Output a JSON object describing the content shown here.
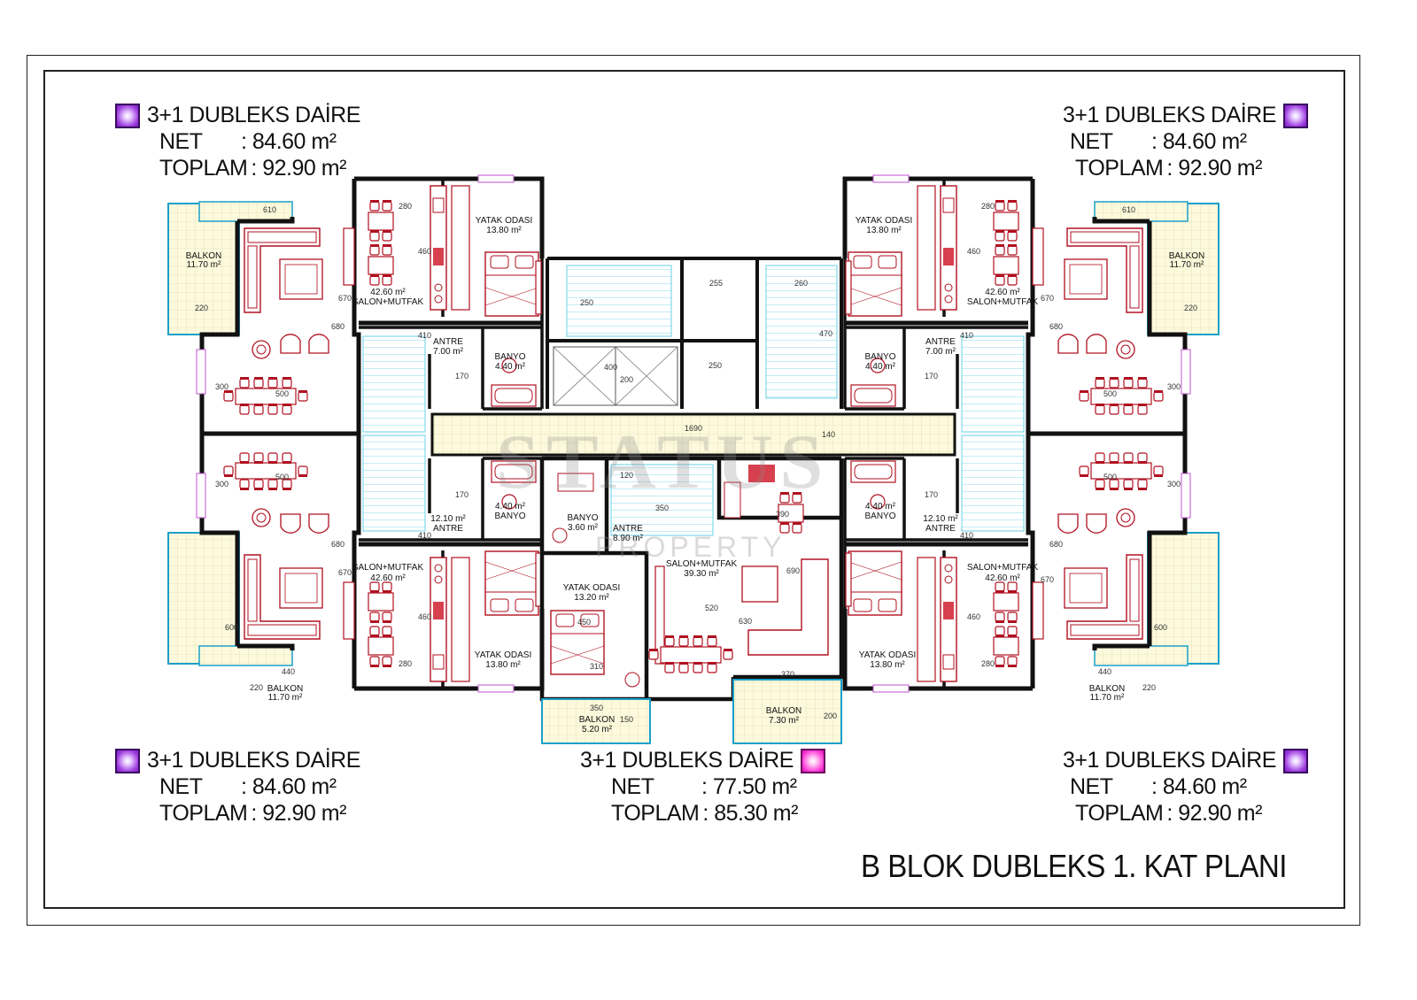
{
  "units": [
    {
      "title": "3+1 DUBLEKS DAİRE",
      "net_label": "NET",
      "net_value": ": 84.60 m²",
      "total_label": "TOPLAM",
      "total_value": ": 92.90 m²",
      "swatch_color": "#a040e0"
    },
    {
      "title": "3+1 DUBLEKS DAİRE",
      "net_label": "NET",
      "net_value": ": 84.60 m²",
      "total_label": "TOPLAM",
      "total_value": ": 92.90 m²",
      "swatch_color": "#a040e0"
    },
    {
      "title": "3+1 DUBLEKS DAİRE",
      "net_label": "NET",
      "net_value": ": 84.60 m²",
      "total_label": "TOPLAM",
      "total_value": ": 92.90 m²",
      "swatch_color": "#a040e0"
    },
    {
      "title": "3+1 DUBLEKS DAİRE",
      "net_label": "NET",
      "net_value": ": 77.50 m²",
      "total_label": "TOPLAM",
      "total_value": ": 85.30 m²",
      "swatch_color": "#ff40d8"
    },
    {
      "title": "3+1 DUBLEKS DAİRE",
      "net_label": "NET",
      "net_value": ": 84.60 m²",
      "total_label": "TOPLAM",
      "total_value": ": 92.90 m²",
      "swatch_color": "#a040e0"
    }
  ],
  "plan_title": "B BLOK DUBLEKS 1. KAT PLANI",
  "watermark": {
    "line1": "STATUS",
    "line2": "PROPERTY"
  },
  "rooms": {
    "balkon_tl": {
      "name": "BALKON",
      "area": "11.70 m²"
    },
    "balkon_tr": {
      "name": "BALKON",
      "area": "11.70 m²"
    },
    "balkon_bl": {
      "name": "BALKON",
      "area": "11.70 m²"
    },
    "balkon_br": {
      "name": "BALKON",
      "area": "11.70 m²"
    },
    "balkon_c1": {
      "name": "BALKON",
      "area": "5.20 m²"
    },
    "balkon_c2": {
      "name": "BALKON",
      "area": "7.30 m²"
    },
    "salon_tl": {
      "name": "SALON+MUTFAK",
      "area": "42.60 m²"
    },
    "salon_tr": {
      "name": "SALON+MUTFAK",
      "area": "42.60 m²"
    },
    "salon_bl": {
      "name": "SALON+MUTFAK",
      "area": "42.60 m²"
    },
    "salon_br": {
      "name": "SALON+MUTFAK",
      "area": "42.60 m²"
    },
    "salon_c": {
      "name": "SALON+MUTFAK",
      "area": "39.30 m²"
    },
    "yatak_tl": {
      "name": "YATAK ODASI",
      "area": "13.80 m²"
    },
    "yatak_tr": {
      "name": "YATAK ODASI",
      "area": "13.80 m²"
    },
    "yatak_bl": {
      "name": "YATAK ODASI",
      "area": "13.80 m²"
    },
    "yatak_br": {
      "name": "YATAK ODASI",
      "area": "13.80 m²"
    },
    "yatak_c": {
      "name": "YATAK ODASI",
      "area": "13.20 m²"
    },
    "antre_tl": {
      "name": "ANTRE",
      "area": "7.00 m²"
    },
    "antre_tr": {
      "name": "ANTRE",
      "area": "7.00 m²"
    },
    "antre_bl": {
      "name": "ANTRE",
      "area": "12.10 m²"
    },
    "antre_br": {
      "name": "ANTRE",
      "area": "12.10 m²"
    },
    "antre_c": {
      "name": "ANTRE",
      "area": "8.90 m²"
    },
    "banyo_tl": {
      "name": "BANYO",
      "area": "4.40 m²"
    },
    "banyo_tr": {
      "name": "BANYO",
      "area": "4.40 m²"
    },
    "banyo_bl": {
      "name": "BANYO",
      "area": "4.40 m²"
    },
    "banyo_br": {
      "name": "BANYO",
      "area": "4.40 m²"
    },
    "banyo_c": {
      "name": "BANYO",
      "area": "3.60 m²"
    }
  },
  "dimensions": {
    "d610a": "610",
    "d610b": "610",
    "d280a": "280",
    "d280b": "280",
    "d280c": "280",
    "d280d": "280",
    "d460a": "460",
    "d460b": "460",
    "d460c": "460",
    "d460d": "460",
    "d670a": "670",
    "d670b": "670",
    "d670c": "670",
    "d670d": "670",
    "d680a": "680",
    "d680b": "680",
    "d680c": "680",
    "d680d": "680",
    "d300a": "300",
    "d300b": "300",
    "d300c": "300",
    "d300d": "300",
    "d500a": "500",
    "d500b": "500",
    "d500c": "500",
    "d500d": "500",
    "d410a": "410",
    "d410b": "410",
    "d410c": "410",
    "d410d": "410",
    "d220a": "220",
    "d220b": "220",
    "d220c": "220",
    "d220d": "220",
    "d170a": "170",
    "d170b": "170",
    "d170c": "170",
    "d170d": "170",
    "d255": "255",
    "d250a": "250",
    "d250b": "250",
    "d260": "260",
    "d470": "470",
    "d400": "400",
    "d200a": "200",
    "d200b": "200",
    "d1690": "1690",
    "d140": "140",
    "d120": "120",
    "d350a": "350",
    "d390": "390",
    "d690": "690",
    "d520": "520",
    "d630": "630",
    "d450": "450",
    "d310": "310",
    "d370": "370",
    "d350b": "350",
    "d150": "150",
    "d440a": "440",
    "d440b": "440",
    "d600a": "600",
    "d600b": "600"
  }
}
